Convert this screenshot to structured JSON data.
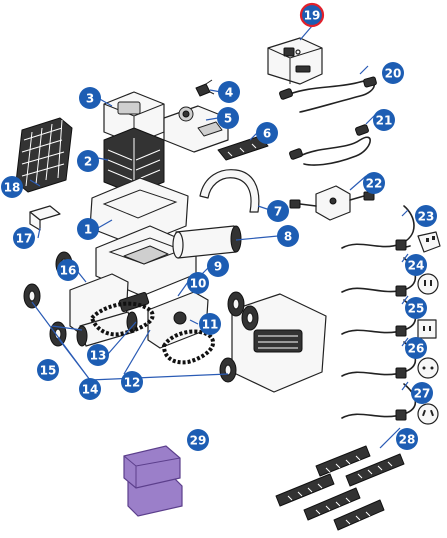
{
  "callouts": [
    {
      "num": "1",
      "highlight": false
    },
    {
      "num": "2",
      "highlight": false
    },
    {
      "num": "3",
      "highlight": false
    },
    {
      "num": "4",
      "highlight": false
    },
    {
      "num": "5",
      "highlight": false
    },
    {
      "num": "6",
      "highlight": false
    },
    {
      "num": "7",
      "highlight": false
    },
    {
      "num": "8",
      "highlight": false
    },
    {
      "num": "9",
      "highlight": false
    },
    {
      "num": "10",
      "highlight": false
    },
    {
      "num": "11",
      "highlight": false
    },
    {
      "num": "12",
      "highlight": false
    },
    {
      "num": "13",
      "highlight": false
    },
    {
      "num": "14",
      "highlight": false
    },
    {
      "num": "15",
      "highlight": false
    },
    {
      "num": "16",
      "highlight": false
    },
    {
      "num": "17",
      "highlight": false
    },
    {
      "num": "18",
      "highlight": false
    },
    {
      "num": "19",
      "highlight": true
    },
    {
      "num": "20",
      "highlight": false
    },
    {
      "num": "21",
      "highlight": false
    },
    {
      "num": "22",
      "highlight": false
    },
    {
      "num": "23",
      "highlight": false
    },
    {
      "num": "24",
      "highlight": false
    },
    {
      "num": "25",
      "highlight": false
    },
    {
      "num": "26",
      "highlight": false
    },
    {
      "num": "27",
      "highlight": false
    },
    {
      "num": "28",
      "highlight": false
    },
    {
      "num": "29",
      "highlight": false
    }
  ],
  "colors": {
    "callout_fill": "#1d5db3",
    "highlight_ring": "#e2202a",
    "highlight_part": "#9b7fc9",
    "line_art": "#222222"
  }
}
